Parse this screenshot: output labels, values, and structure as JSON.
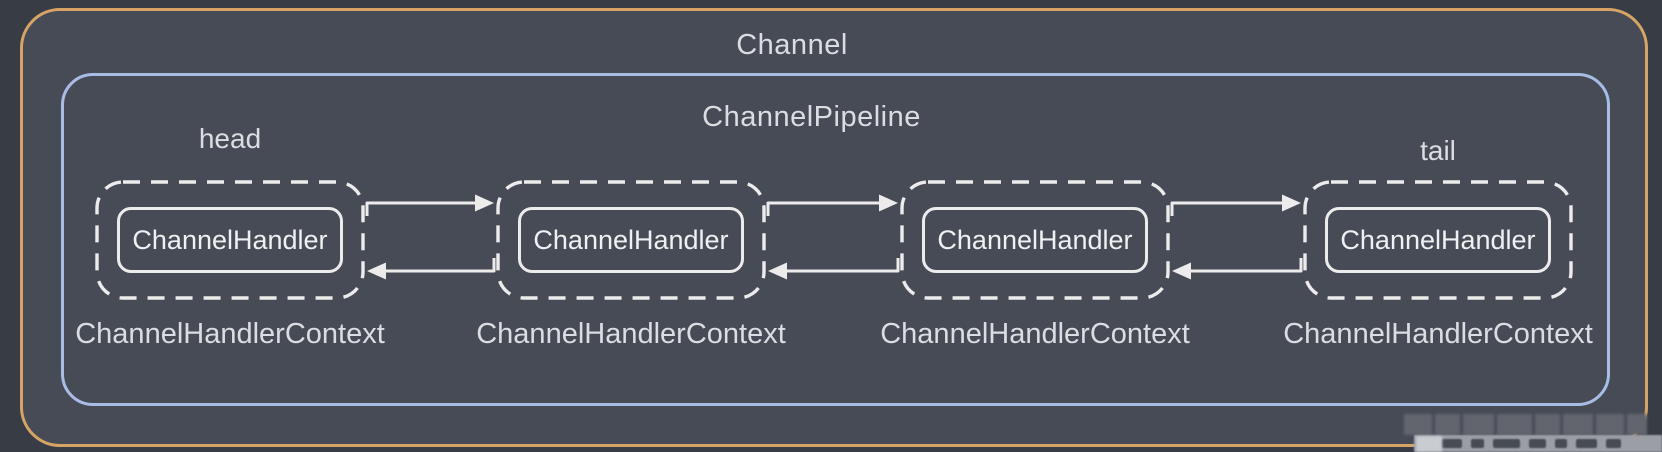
{
  "diagram": {
    "title": "Channel",
    "pipeline_title": "ChannelPipeline",
    "head_label": "head",
    "tail_label": "tail",
    "handlers": [
      {
        "name": "ChannelHandler",
        "context": "ChannelHandlerContext",
        "endpoint": "head"
      },
      {
        "name": "ChannelHandler",
        "context": "ChannelHandlerContext",
        "endpoint": ""
      },
      {
        "name": "ChannelHandler",
        "context": "ChannelHandlerContext",
        "endpoint": ""
      },
      {
        "name": "ChannelHandler",
        "context": "ChannelHandlerContext",
        "endpoint": "tail"
      }
    ],
    "flow": {
      "forward_arrows": 3,
      "backward_arrows": 3
    },
    "colors": {
      "outer_background": "#383c45",
      "inner_background": "#474b56",
      "channel_border": "#d7a465",
      "pipeline_border": "#a8bde6",
      "line": "#ececec",
      "text": "#dbdde1"
    }
  }
}
